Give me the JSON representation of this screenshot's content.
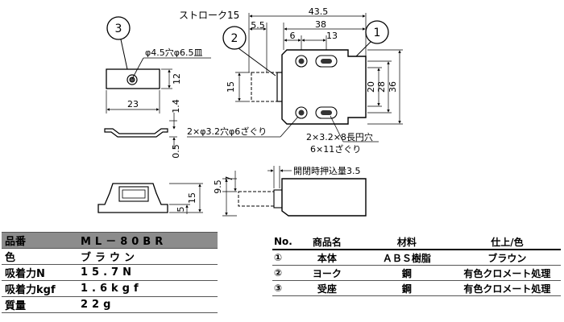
{
  "drawing": {
    "callouts": [
      "3",
      "2",
      "1"
    ],
    "dims": {
      "stroke": "ストローク15",
      "d43_5": "43.5",
      "d5_5": "5.5",
      "d38": "38",
      "d6": "6",
      "d13": "13",
      "d15_left": "15",
      "d20": "20",
      "d28": "28",
      "d36": "36",
      "hole_plate": "φ4.5穴φ6.5皿",
      "d12": "12",
      "d23": "23",
      "d1_4": "1.4",
      "d0_5": "0.5",
      "holes_body": "2×φ3.2穴φ6ざぐり",
      "slot_a": "2×3.2×8長円穴",
      "slot_b": "6×11ざぐり",
      "open_push": "開閉時押込量3.5",
      "d9_5": "9.5",
      "d7": "7",
      "d5_front": "5",
      "d15_front": "15"
    }
  },
  "spec_table": {
    "rows": [
      {
        "key": "品番",
        "value": "ML－80BR"
      },
      {
        "key": "色",
        "value": "ブラウン"
      },
      {
        "key": "吸着力N",
        "value": "15.7N"
      },
      {
        "key": "吸着力kgf",
        "value": "1.6kgf"
      },
      {
        "key": "質量",
        "value": "22g"
      }
    ]
  },
  "parts_table": {
    "header": [
      "No.",
      "商品名",
      "材料",
      "仕上/色"
    ],
    "rows": [
      [
        "①",
        "本体",
        "ＡＢＳ樹脂",
        "ブラウン"
      ],
      [
        "②",
        "ヨーク",
        "鋼",
        "有色クロメート処理"
      ],
      [
        "③",
        "受座",
        "鋼",
        "有色クロメート処理"
      ]
    ]
  }
}
